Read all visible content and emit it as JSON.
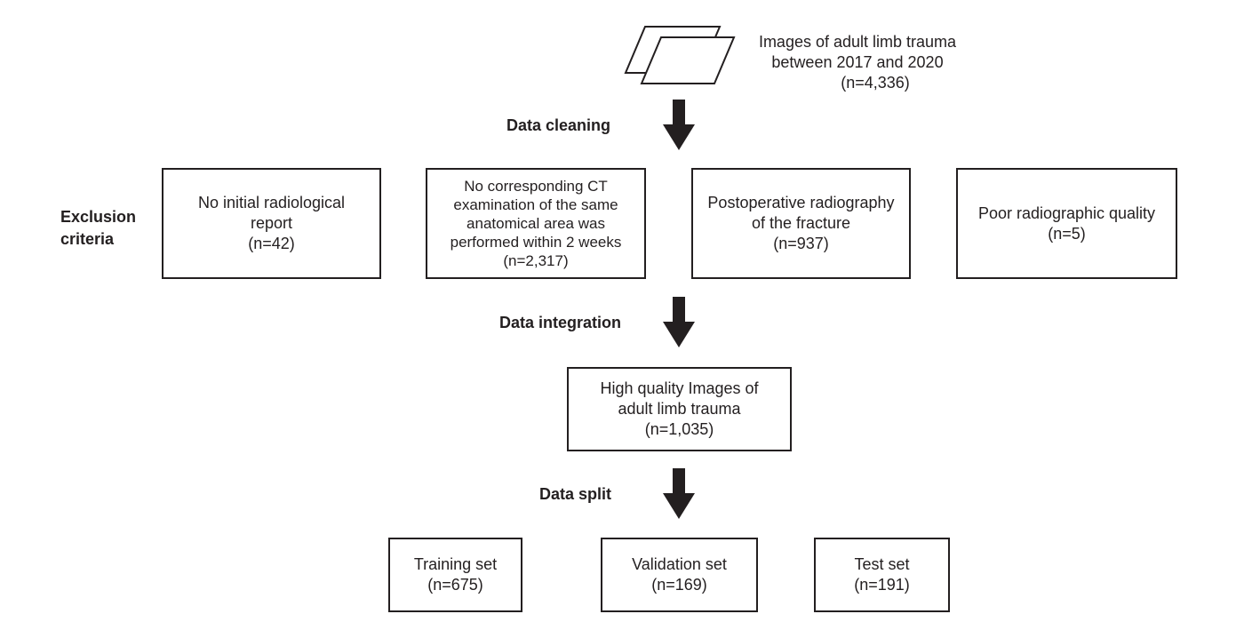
{
  "source": {
    "lines": [
      "Images of adult limb trauma",
      "between 2017 and 2020"
    ],
    "count": "(n=4,336)",
    "icon": "stacked-images-icon"
  },
  "stages": {
    "cleaning": "Data cleaning",
    "exclusion_line1": "Exclusion",
    "exclusion_line2": "criteria",
    "integration": "Data integration",
    "split": "Data split"
  },
  "exclusions": [
    {
      "lines": [
        "No initial radiological",
        "report"
      ],
      "count": "(n=42)"
    },
    {
      "lines": [
        "No corresponding CT",
        "examination of the same",
        "anatomical area was",
        "performed within 2 weeks"
      ],
      "count": "(n=2,317)"
    },
    {
      "lines": [
        "Postoperative radiography",
        "of the fracture"
      ],
      "count": "(n=937)"
    },
    {
      "lines": [
        "Poor radiographic quality"
      ],
      "count": "(n=5)"
    }
  ],
  "integrated": {
    "lines": [
      "High quality Images of",
      "adult limb trauma"
    ],
    "count": "(n=1,035)"
  },
  "splits": [
    {
      "label": "Training set",
      "count": "(n=675)"
    },
    {
      "label": "Validation set",
      "count": "(n=169)"
    },
    {
      "label": "Test set",
      "count": "(n=191)"
    }
  ],
  "colors": {
    "ink": "#231f20",
    "background": "#ffffff"
  }
}
